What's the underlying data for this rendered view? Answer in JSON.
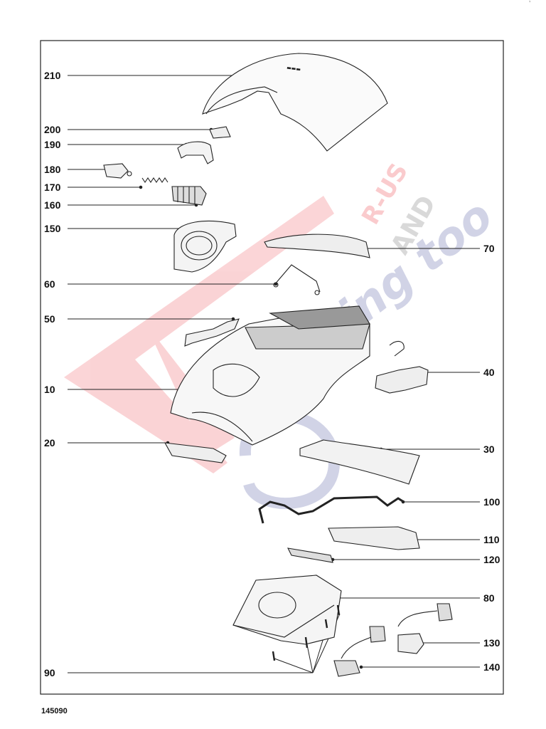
{
  "figure_code": "145090",
  "corner_mark": "’",
  "watermark": {
    "line1": "R-US",
    "line2": "AND",
    "word": "Sewing too",
    "color_red": "#e8141f",
    "color_blue": "#2e3a8c"
  },
  "callouts": [
    {
      "label": "210",
      "side": "left"
    },
    {
      "label": "200",
      "side": "left"
    },
    {
      "label": "190",
      "side": "left"
    },
    {
      "label": "180",
      "side": "left"
    },
    {
      "label": "170",
      "side": "left"
    },
    {
      "label": "160",
      "side": "left"
    },
    {
      "label": "150",
      "side": "left"
    },
    {
      "label": "70",
      "side": "right"
    },
    {
      "label": "60",
      "side": "left"
    },
    {
      "label": "50",
      "side": "left"
    },
    {
      "label": "40",
      "side": "right"
    },
    {
      "label": "10",
      "side": "left"
    },
    {
      "label": "20",
      "side": "left"
    },
    {
      "label": "30",
      "side": "right"
    },
    {
      "label": "100",
      "side": "right"
    },
    {
      "label": "110",
      "side": "right"
    },
    {
      "label": "120",
      "side": "right"
    },
    {
      "label": "80",
      "side": "right"
    },
    {
      "label": "130",
      "side": "right"
    },
    {
      "label": "90",
      "side": "left"
    },
    {
      "label": "140",
      "side": "right"
    }
  ]
}
